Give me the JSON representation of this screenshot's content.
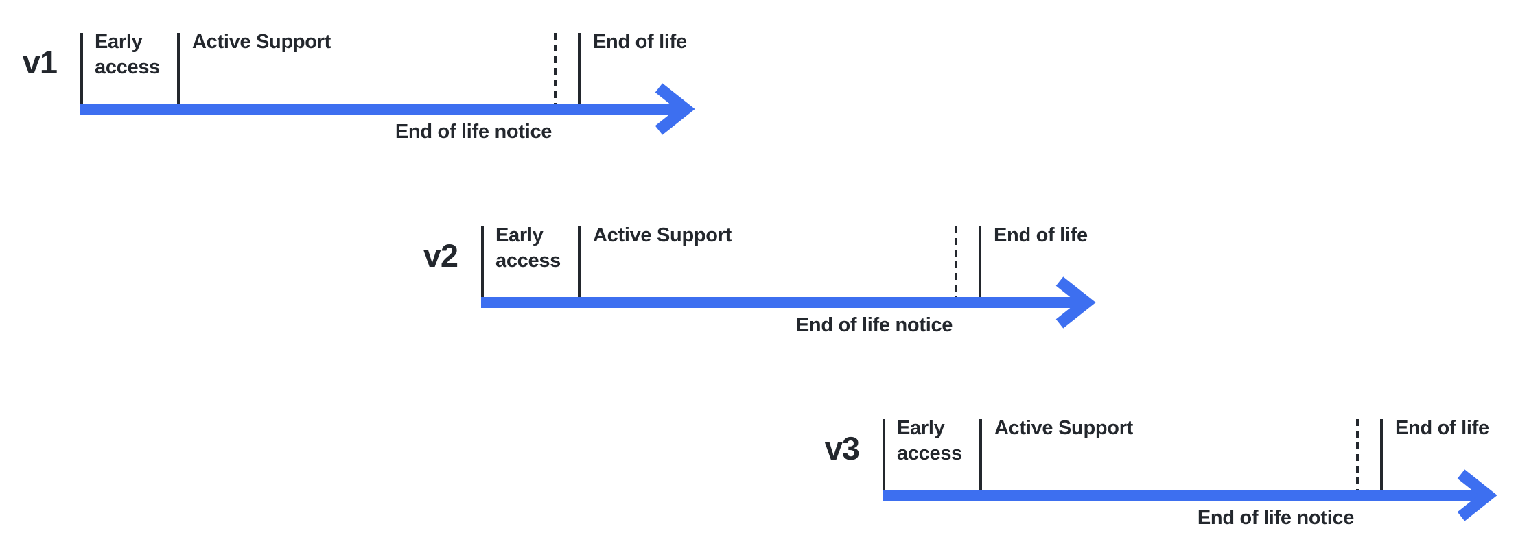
{
  "colors": {
    "accent": "#3D6FF0",
    "ink": "#23272D",
    "bg": "#FFFFFF"
  },
  "timelines": [
    {
      "version": "v1",
      "phases": {
        "early_access": "Early access",
        "active_support": "Active Support",
        "end_of_life": "End of life",
        "end_of_life_notice": "End of life notice"
      }
    },
    {
      "version": "v2",
      "phases": {
        "early_access": "Early access",
        "active_support": "Active Support",
        "end_of_life": "End of life",
        "end_of_life_notice": "End of life notice"
      }
    },
    {
      "version": "v3",
      "phases": {
        "early_access": "Early access",
        "active_support": "Active Support",
        "end_of_life": "End of life",
        "end_of_life_notice": "End of life notice"
      }
    }
  ]
}
